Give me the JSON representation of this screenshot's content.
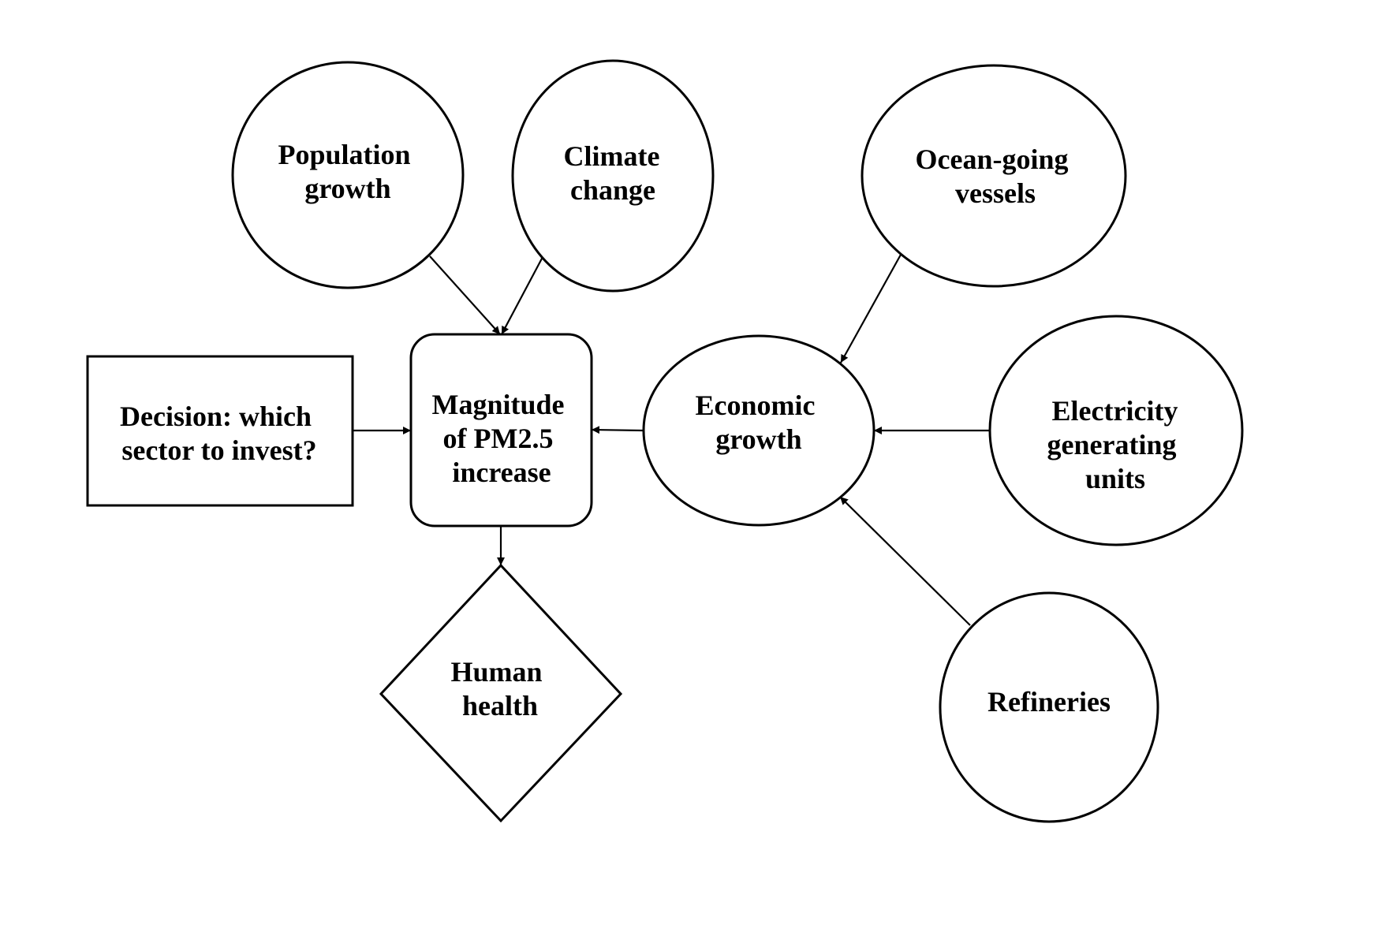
{
  "nodes": {
    "population_growth": {
      "lines": [
        "Population",
        "growth"
      ]
    },
    "climate_change": {
      "lines": [
        "Climate",
        "change"
      ]
    },
    "ocean_going_vessels": {
      "lines": [
        "Ocean-going",
        "vessels"
      ]
    },
    "decision": {
      "lines": [
        "Decision: which",
        "sector to invest?"
      ]
    },
    "pm25": {
      "lines": [
        "Magnitude",
        "of PM2.5",
        "increase"
      ]
    },
    "economic_growth": {
      "lines": [
        "Economic",
        "growth"
      ]
    },
    "electricity": {
      "lines": [
        "Electricity",
        "generating",
        "units"
      ]
    },
    "human_health": {
      "lines": [
        "Human",
        "health"
      ]
    },
    "refineries": {
      "lines": [
        "Refineries"
      ]
    }
  },
  "edges": [
    {
      "from": "population_growth",
      "to": "pm25"
    },
    {
      "from": "climate_change",
      "to": "pm25"
    },
    {
      "from": "decision",
      "to": "pm25"
    },
    {
      "from": "economic_growth",
      "to": "pm25"
    },
    {
      "from": "ocean_going_vessels",
      "to": "economic_growth"
    },
    {
      "from": "electricity",
      "to": "economic_growth"
    },
    {
      "from": "refineries",
      "to": "economic_growth"
    },
    {
      "from": "pm25",
      "to": "human_health"
    }
  ]
}
